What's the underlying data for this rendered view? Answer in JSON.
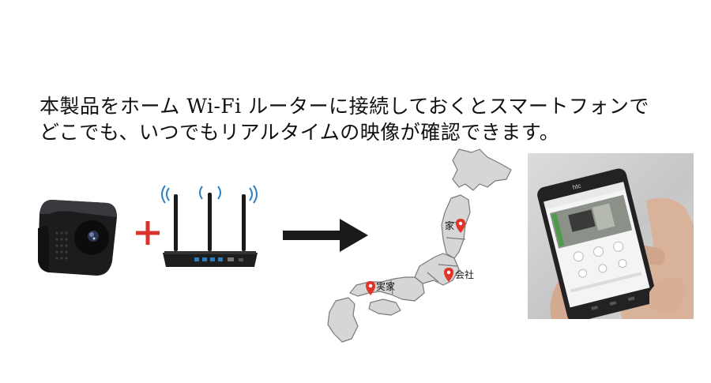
{
  "caption": {
    "line1": "本製品をホーム Wi-Fi ルーターに接続しておくとスマートフォンで",
    "line2": "どこでも、いつでもリアルタイムの映像が確認できます。"
  },
  "map": {
    "pins": [
      {
        "label": "家"
      },
      {
        "label": "会社"
      },
      {
        "label": "実家"
      }
    ]
  },
  "phone": {
    "brand": "htc"
  },
  "colors": {
    "plus": "#d9342b",
    "pin": "#e0342a",
    "map_fill": "#d6d6d6",
    "arrow": "#1a1a1a",
    "router_waves": "#2f7fc0"
  }
}
